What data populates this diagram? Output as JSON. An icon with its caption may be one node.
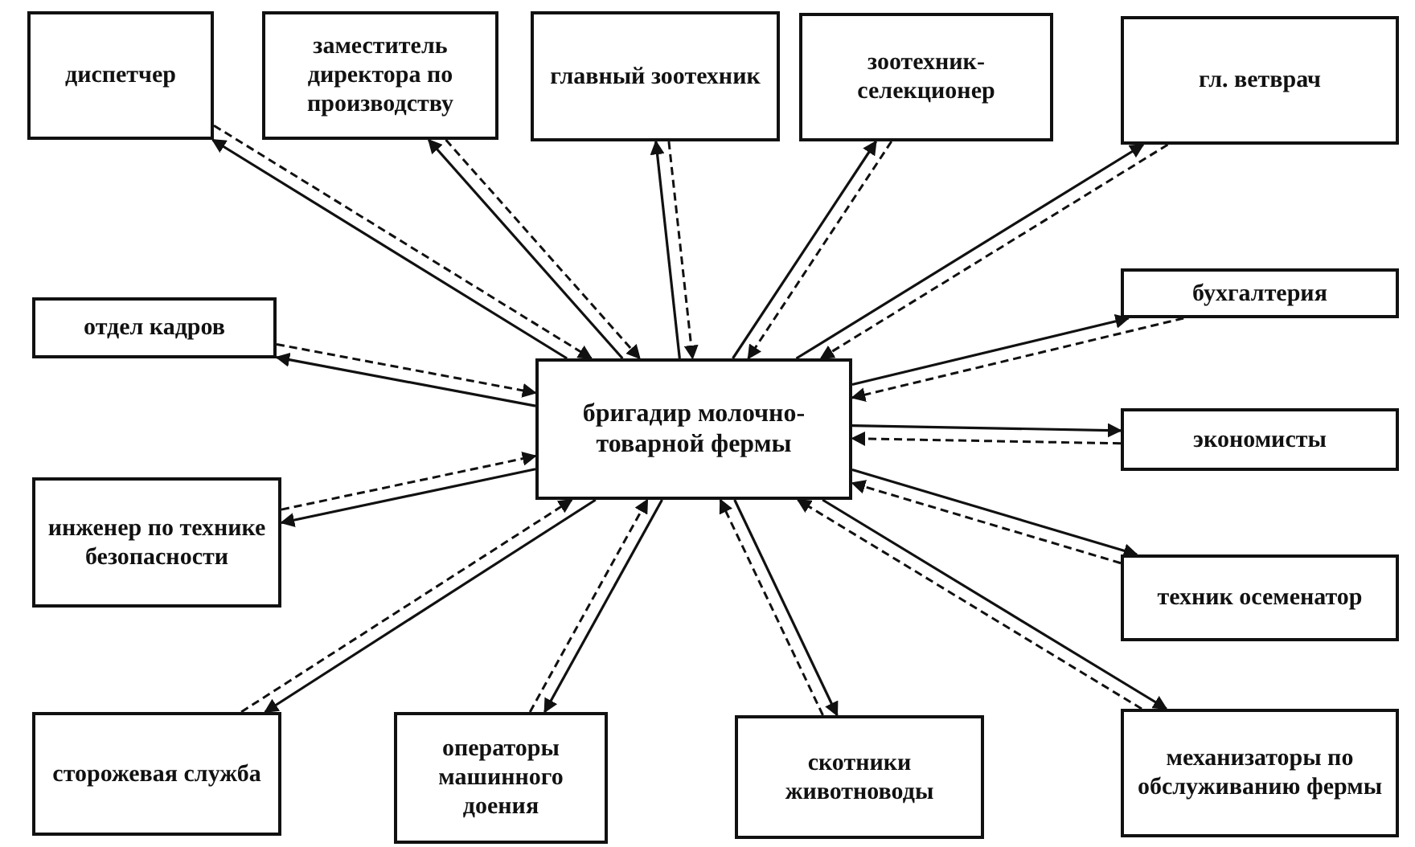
{
  "diagram": {
    "nodes": [
      {
        "text": [
          "бригадир молочно-товарной фермы"
        ]
      },
      {
        "text": [
          "диспетчер"
        ]
      },
      {
        "text": [
          "заместитель директора по производству"
        ]
      },
      {
        "text": [
          "главный зоотехник"
        ]
      },
      {
        "text": [
          "зоотехник-селекционер"
        ]
      },
      {
        "text": [
          "гл. ветврач"
        ]
      },
      {
        "text": [
          "отдел кадров"
        ]
      },
      {
        "text": [
          "бухгалтерия"
        ]
      },
      {
        "text": [
          "инженер по технике безопасности"
        ]
      },
      {
        "text": [
          "экономисты"
        ]
      },
      {
        "text": [
          "техник осеменатор"
        ]
      },
      {
        "text": [
          "сторожевая служба"
        ]
      },
      {
        "text": [
          "операторы машинного доения"
        ]
      },
      {
        "text": [
          "скотники животноводы"
        ]
      },
      {
        "text": [
          "механизаторы по обслуживанию фермы"
        ]
      }
    ],
    "edges": [
      {
        "from": 0,
        "to": 1,
        "arrow": "to"
      },
      {
        "from": 1,
        "to": 0,
        "arrow": "to",
        "style": "dashed"
      },
      {
        "from": 0,
        "to": 2,
        "arrow": "to"
      },
      {
        "from": 2,
        "to": 0,
        "arrow": "to",
        "style": "dashed"
      },
      {
        "from": 0,
        "to": 3,
        "arrow": "to"
      },
      {
        "from": 3,
        "to": 0,
        "arrow": "to",
        "style": "dashed"
      },
      {
        "from": 0,
        "to": 4,
        "arrow": "to"
      },
      {
        "from": 4,
        "to": 0,
        "arrow": "to",
        "style": "dashed"
      },
      {
        "from": 0,
        "to": 5,
        "arrow": "to"
      },
      {
        "from": 5,
        "to": 0,
        "arrow": "to",
        "style": "dashed"
      },
      {
        "from": 0,
        "to": 6,
        "arrow": "to"
      },
      {
        "from": 6,
        "to": 0,
        "arrow": "to",
        "style": "dashed"
      },
      {
        "from": 0,
        "to": 7,
        "arrow": "to"
      },
      {
        "from": 7,
        "to": 0,
        "arrow": "to",
        "style": "dashed"
      },
      {
        "from": 0,
        "to": 8,
        "arrow": "to"
      },
      {
        "from": 8,
        "to": 0,
        "arrow": "to",
        "style": "dashed"
      },
      {
        "from": 0,
        "to": 9,
        "arrow": "to"
      },
      {
        "from": 9,
        "to": 0,
        "arrow": "to",
        "style": "dashed"
      },
      {
        "from": 0,
        "to": 10,
        "arrow": "to"
      },
      {
        "from": 10,
        "to": 0,
        "arrow": "to",
        "style": "dashed"
      },
      {
        "from": 0,
        "to": 11,
        "arrow": "to"
      },
      {
        "from": 11,
        "to": 0,
        "arrow": "to",
        "style": "dashed"
      },
      {
        "from": 0,
        "to": 12,
        "arrow": "to"
      },
      {
        "from": 12,
        "to": 0,
        "arrow": "to",
        "style": "dashed"
      },
      {
        "from": 0,
        "to": 13,
        "arrow": "to"
      },
      {
        "from": 13,
        "to": 0,
        "arrow": "to",
        "style": "dashed"
      },
      {
        "from": 0,
        "to": 14,
        "arrow": "to"
      },
      {
        "from": 14,
        "to": 0,
        "arrow": "to",
        "style": "dashed"
      }
    ]
  }
}
